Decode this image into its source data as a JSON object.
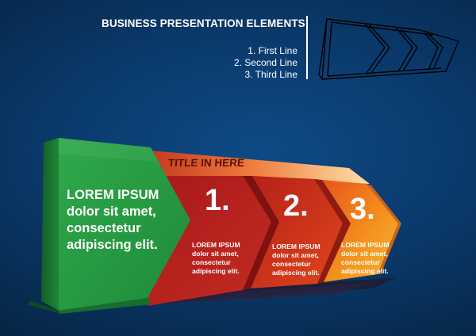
{
  "header": {
    "title": "BUSINESS PRESENTATION ELEMENTS",
    "lines": [
      "1. First Line",
      "2. Second Line",
      "3. Third Line"
    ]
  },
  "band": {
    "title": "TITLE IN HERE"
  },
  "green_panel": {
    "heading": "LOREM IPSUM",
    "line1": "dolor sit amet,",
    "line2": "consectetur",
    "line3": "adipiscing elit."
  },
  "steps": [
    {
      "number": "1.",
      "heading": "LOREM IPSUM",
      "line1": "dolor sit amet,",
      "line2": "consectetur",
      "line3": "adipiscing elit.",
      "color": "#c62a22"
    },
    {
      "number": "2.",
      "heading": "LOREM IPSUM",
      "line1": "dolor sit amet,",
      "line2": "consectetur",
      "line3": "adipiscing elit.",
      "color": "#e0401c"
    },
    {
      "number": "3.",
      "heading": "LOREM IPSUM",
      "line1": "dolor sit amet,",
      "line2": "consectetur",
      "line3": "adipiscing elit.",
      "color": "#f08a1c"
    }
  ],
  "colors": {
    "background": "#0a3a6c",
    "green": "#27a048",
    "red": "#c62a22",
    "orange": "#f08a1c",
    "band": "#f4b26c"
  }
}
